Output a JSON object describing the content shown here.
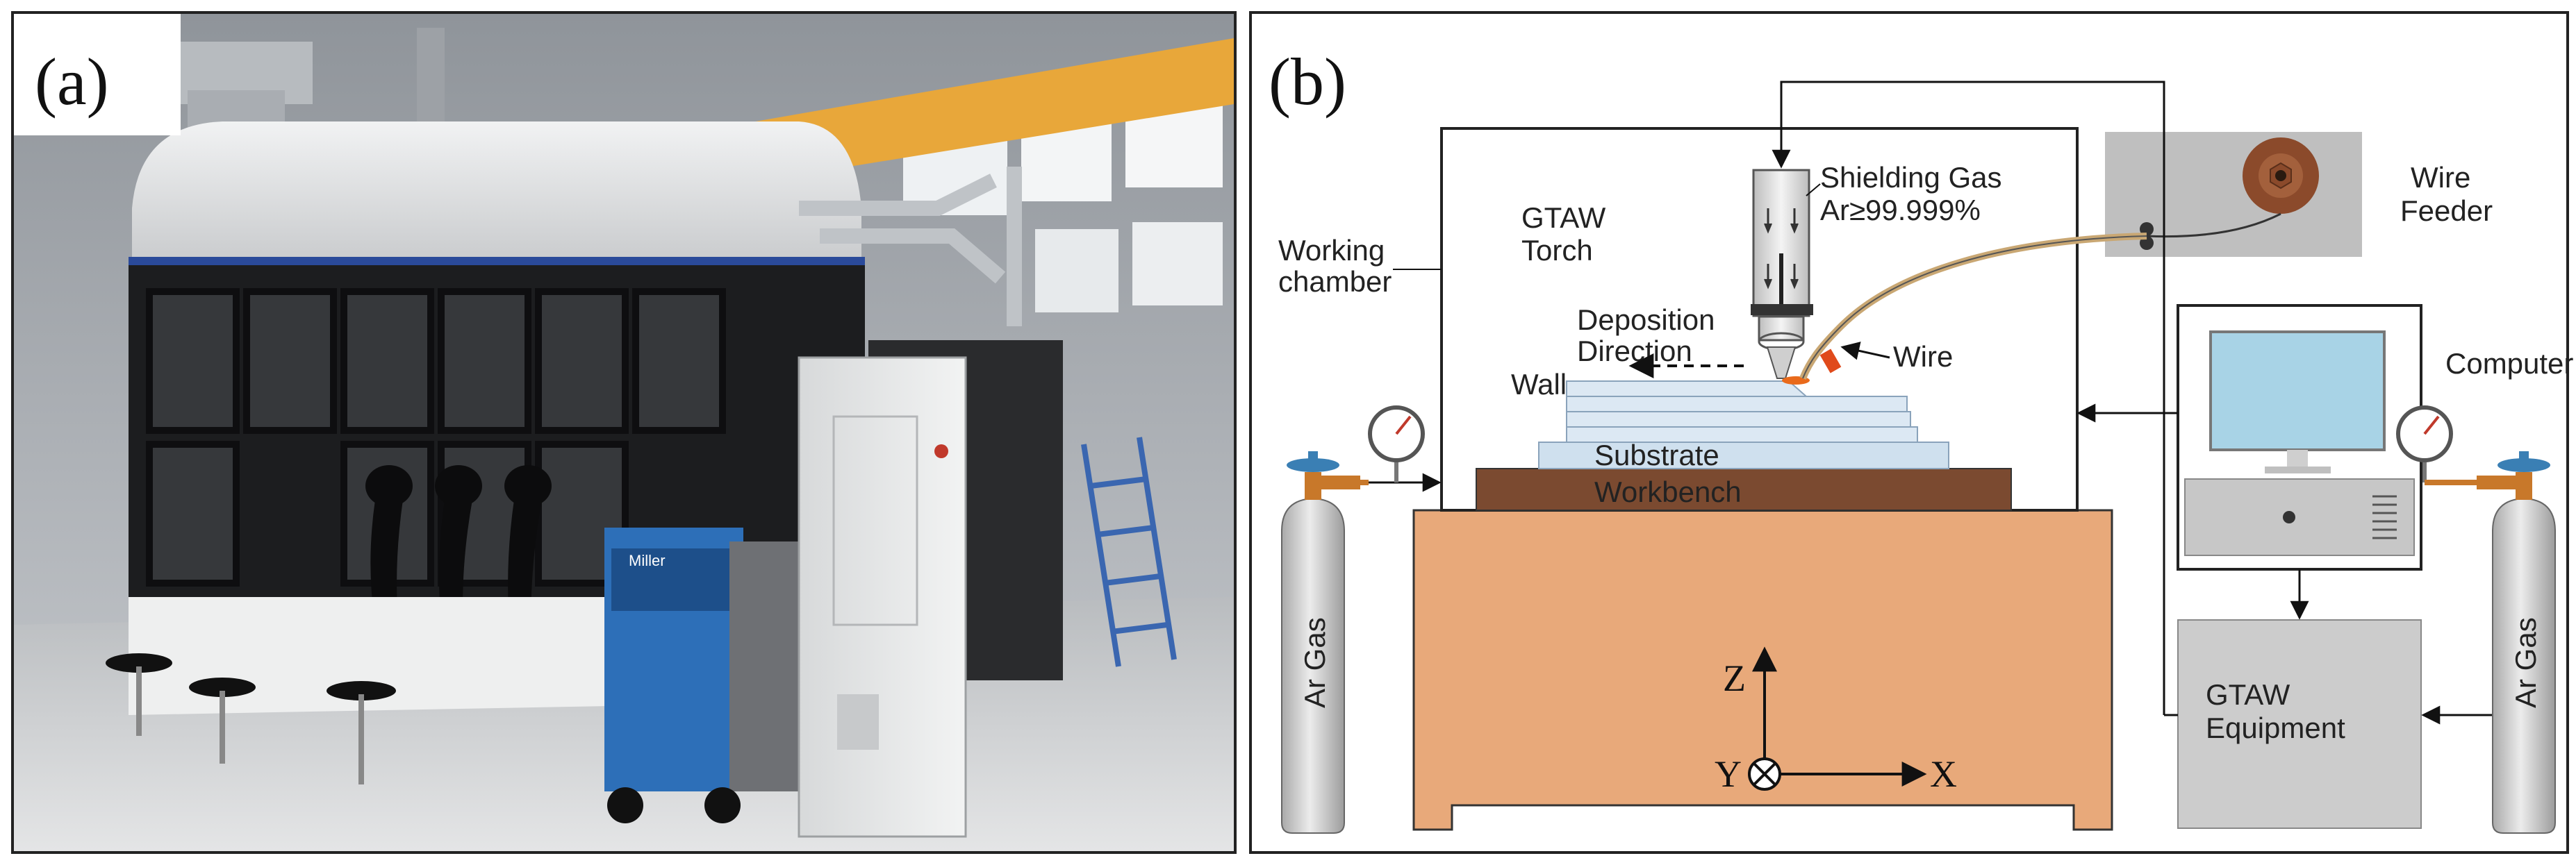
{
  "panels": {
    "a": {
      "letter": "(a)"
    },
    "b": {
      "letter": "(b)"
    }
  },
  "photo": {
    "welder_brand": "Miller"
  },
  "diagram": {
    "labels": {
      "working_chamber_1": "Working",
      "working_chamber_2": "chamber",
      "gtaw_torch_1": "GTAW",
      "gtaw_torch_2": "Torch",
      "shielding_gas_1": "Shielding Gas",
      "shielding_gas_2": "Ar≥99.999%",
      "deposition_1": "Deposition",
      "deposition_2": "Direction",
      "wire": "Wire",
      "wall": "Wall",
      "substrate": "Substrate",
      "workbench": "Workbench",
      "wire_feeder_1": "Wire",
      "wire_feeder_2": "Feeder",
      "computer": "Computer",
      "gtaw_equipment_1": "GTAW",
      "gtaw_equipment_2": "Equipment",
      "ar_gas_left": "Ar Gas",
      "ar_gas_right": "Ar Gas",
      "axis_z": "Z",
      "axis_y": "Y",
      "axis_x": "X"
    },
    "colors": {
      "workbench": "#7b4a30",
      "table_base": "#e8a97a",
      "substrate": "#cfe0ee",
      "wall": "#dce8f3",
      "cylinder": "#d4d4d4",
      "valve": "#3a7fb4",
      "brass": "#c8782a",
      "wire_feeder_bg": "#bfbfbf",
      "spool": "#8b4a2b",
      "monitor_screen": "#a8d3e6",
      "equipment_box": "#cccccc",
      "tower": "#c7c7c7"
    }
  }
}
